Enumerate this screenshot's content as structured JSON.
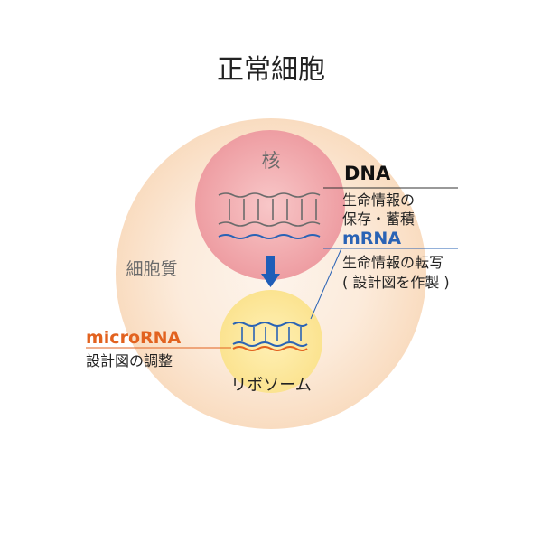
{
  "title": "正常細胞",
  "cytoplasm": {
    "label": "細胞質"
  },
  "nucleus": {
    "label": "核"
  },
  "ribosome": {
    "label": "リボソーム"
  },
  "dna": {
    "label": "DNA",
    "description_lines": [
      "生命情報の",
      "保存・蓄積"
    ]
  },
  "mrna": {
    "label": "mRNA",
    "description_lines": [
      "生命情報の転写",
      "( 設計図を作製 )"
    ]
  },
  "microrna": {
    "label": "microRNA",
    "description_lines": [
      "設計図の調整"
    ]
  },
  "colors": {
    "title_text": "#222222",
    "body_text": "#222222",
    "gray_label": "#6b6b6b",
    "nucleus_fill": "#ef9fa4",
    "ribosome_fill": "#fce79a",
    "dna_strand": "#6b6b6b",
    "mrna_blue": "#2a63b5",
    "arrow_blue": "#1f5db8",
    "microrna_orange": "#e2621f",
    "cytoplasm_outer": "#fadfc4",
    "cytoplasm_inner": "#fdf3ea"
  }
}
